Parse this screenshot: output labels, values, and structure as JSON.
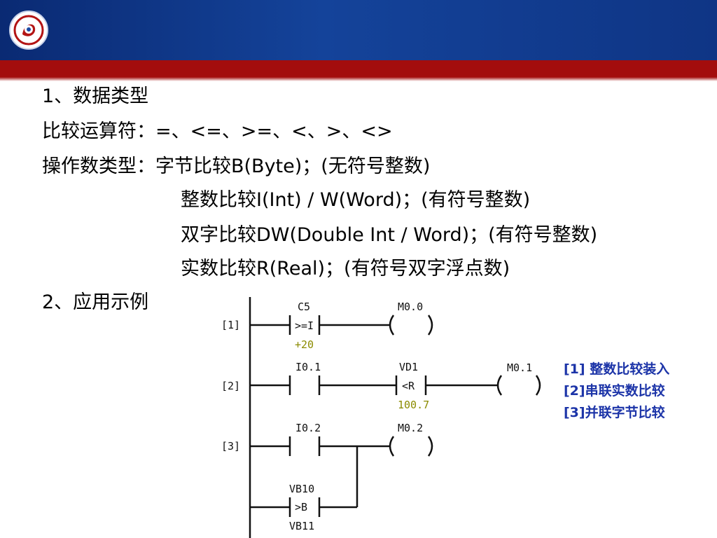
{
  "slide": {
    "lines": [
      {
        "text": "1、数据类型"
      },
      {
        "text": "比较运算符：=、<=、>=、<、>、<>"
      },
      {
        "text": "操作数类型：字节比较B(Byte)；(无符号整数)"
      },
      {
        "text": "整数比较I(Int) / W(Word)；(有符号整数)"
      },
      {
        "text": "双字比较DW(Double  Int / Word)；(有符号整数)"
      },
      {
        "text": "实数比较R(Real)；(有符号双字浮点数)"
      },
      {
        "text": "2、应用示例"
      }
    ]
  },
  "ladder": {
    "rungs": [
      {
        "label": "[1]",
        "contact1": "C5",
        "compare": ">=I",
        "value": "+20",
        "coil": "M0.0"
      },
      {
        "label": "[2]",
        "contact1": "I0.1",
        "compare_var": "VD1",
        "compare": "<R",
        "value": "100.7",
        "coil": "M0.1"
      },
      {
        "label": "[3]",
        "contact1": "I0.2",
        "coil": "M0.2",
        "compare_top": "VB10",
        "compare": ">B",
        "compare_bottom": "VB11"
      }
    ]
  },
  "notes": [
    "[1] 整数比较装入",
    "[2]串联实数比较",
    "[3]并联字节比较"
  ],
  "colors": {
    "header_blue": "#0f3585",
    "header_red": "#a30d0d",
    "note_blue": "#1c34a8"
  }
}
